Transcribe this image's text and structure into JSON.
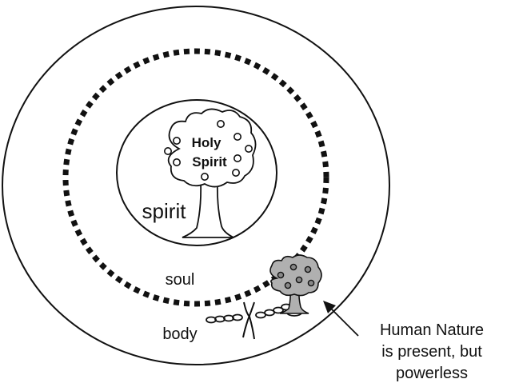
{
  "labels": {
    "holy": "Holy",
    "spirit_word": "Spirit",
    "spirit": "spirit",
    "soul": "soul",
    "body": "body",
    "callout_line1": "Human Nature",
    "callout_line2": "is present, but",
    "callout_line3": "powerless"
  },
  "colors": {
    "stroke": "#111111",
    "background": "#ffffff",
    "nature_tree_fill": "#b0b0b0",
    "nature_fruit_fill": "#888888"
  },
  "icons": [
    "holy-spirit-tree-icon",
    "human-nature-tree-icon",
    "chain-icon",
    "broken-chain-icon"
  ]
}
